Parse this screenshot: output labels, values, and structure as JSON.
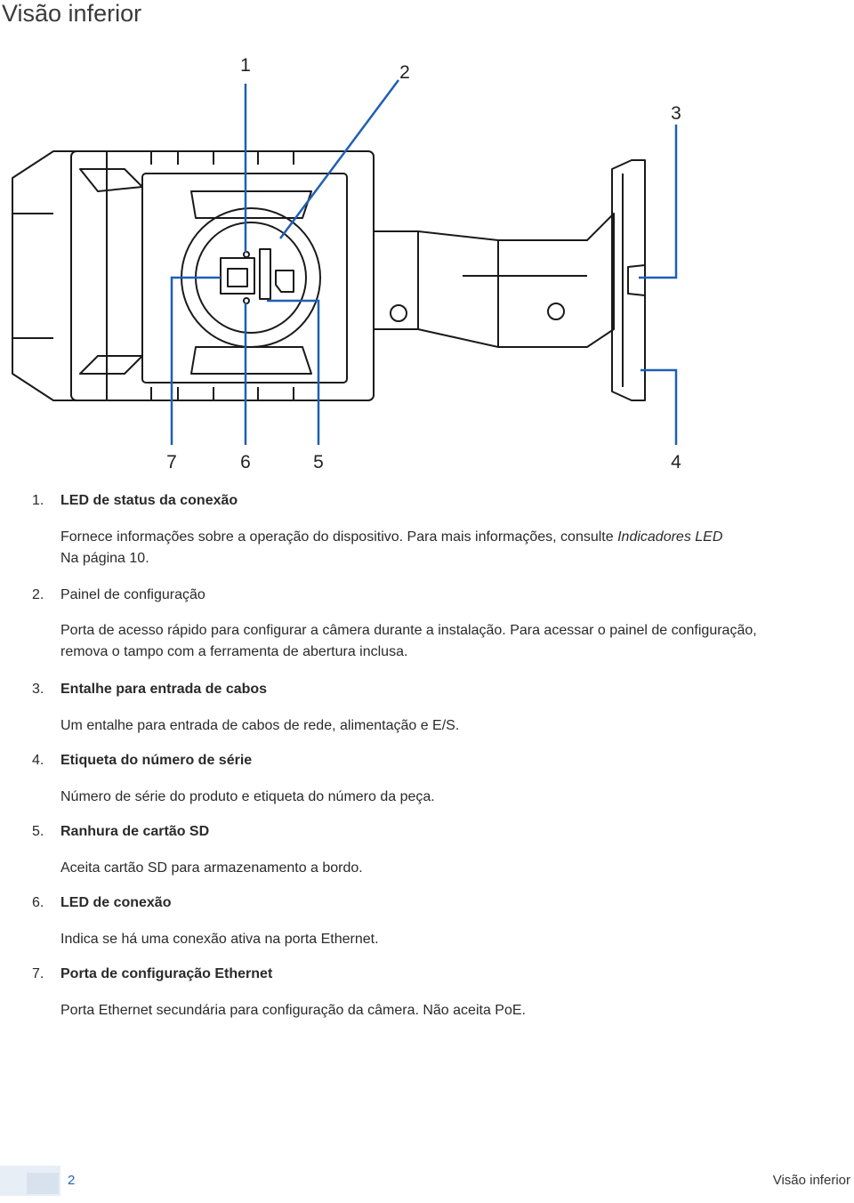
{
  "title": "Visão inferior",
  "callouts": [
    "1",
    "2",
    "3",
    "4",
    "5",
    "6",
    "7"
  ],
  "items": [
    {
      "num": "1.",
      "title": "LED de status da conexão",
      "desc_pre": "Fornece informações sobre a operação do dispositivo. Para mais informações, consulte ",
      "desc_link": "Indicadores LED",
      "desc_post": " Na página 10."
    },
    {
      "num": "2.",
      "title": "Painel de configuração",
      "desc": "Porta de acesso rápido para configurar a câmera durante a instalação. Para acessar o painel de configuração, remova o tampo com a ferramenta de abertura inclusa."
    },
    {
      "num": "3.",
      "title": "Entalhe para entrada de cabos",
      "desc": "Um entalhe para entrada de cabos de rede, alimentação e E/S."
    },
    {
      "num": "4.",
      "title": "Etiqueta do número de série",
      "desc": "Número de série do produto e etiqueta do número da peça."
    },
    {
      "num": "5.",
      "title": "Ranhura de cartão SD",
      "desc": "Aceita cartão SD para armazenamento a bordo."
    },
    {
      "num": "6.",
      "title": "LED de conexão",
      "desc": "Indica se há uma conexão ativa na porta Ethernet."
    },
    {
      "num": "7.",
      "title": "Porta de configuração Ethernet",
      "desc": "Porta Ethernet secundária para configuração da câmera. Não aceita PoE."
    }
  ],
  "footer": {
    "page": "2",
    "section": "Visão inferior"
  },
  "colors": {
    "callout_line": "#1f5fb4",
    "drawing": "#1a1a1a",
    "link": "#1e62b8"
  }
}
